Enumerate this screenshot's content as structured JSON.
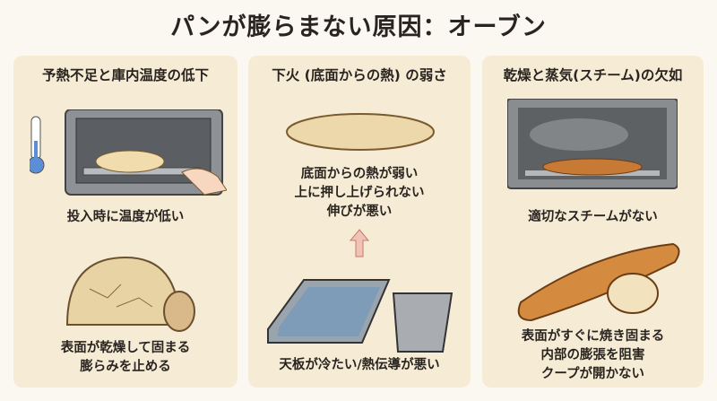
{
  "title": "パンが膨らまない原因：オーブン",
  "panels": [
    {
      "heading": "予熱不足と庫内温度の低下",
      "caption1": "投入時に温度が低い",
      "caption2": [
        "表面が乾燥して固まる",
        "膨らみを止める"
      ]
    },
    {
      "heading": "下火 (底面からの熱) の弱さ",
      "caption1": [
        "底面からの熱が弱い",
        "上に押し上げられない",
        "伸びが悪い"
      ],
      "caption2": "天板が冷たい/熱伝導が悪い"
    },
    {
      "heading": "乾燥と蒸気(スチーム)の欠如",
      "caption1": "適切なスチームがない",
      "caption2": [
        "表面がすぐに焼き固まる",
        "内部の膨張を阻害",
        "クープが開かない"
      ]
    }
  ]
}
